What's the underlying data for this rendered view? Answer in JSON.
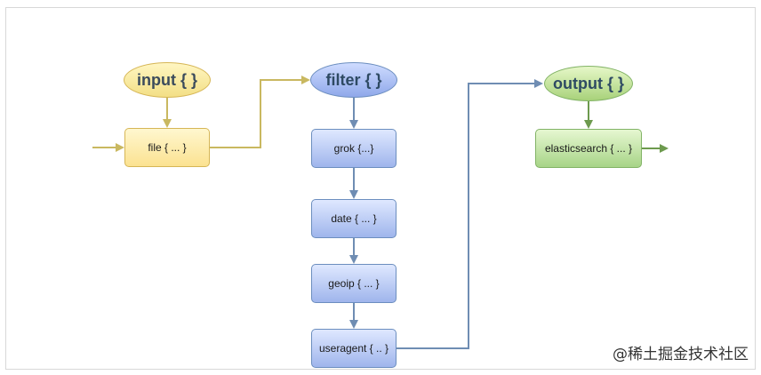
{
  "diagram": {
    "input": {
      "title": "input { }",
      "plugin": "file { ... }"
    },
    "filter": {
      "title": "filter { }",
      "plugins": [
        "grok {...}",
        "date { ... }",
        "geoip { ... }",
        "useragent { .. }"
      ]
    },
    "output": {
      "title": "output { }",
      "plugin": "elasticsearch { ... }"
    }
  },
  "watermark": {
    "text": "@稀土掘金技术社区"
  },
  "colors": {
    "input": "#d6b656",
    "filter": "#6c8ebf",
    "output": "#82b366",
    "connector_input": "#c9b860",
    "connector_filter": "#6f8db3",
    "connector_output": "#6d9a4e"
  }
}
